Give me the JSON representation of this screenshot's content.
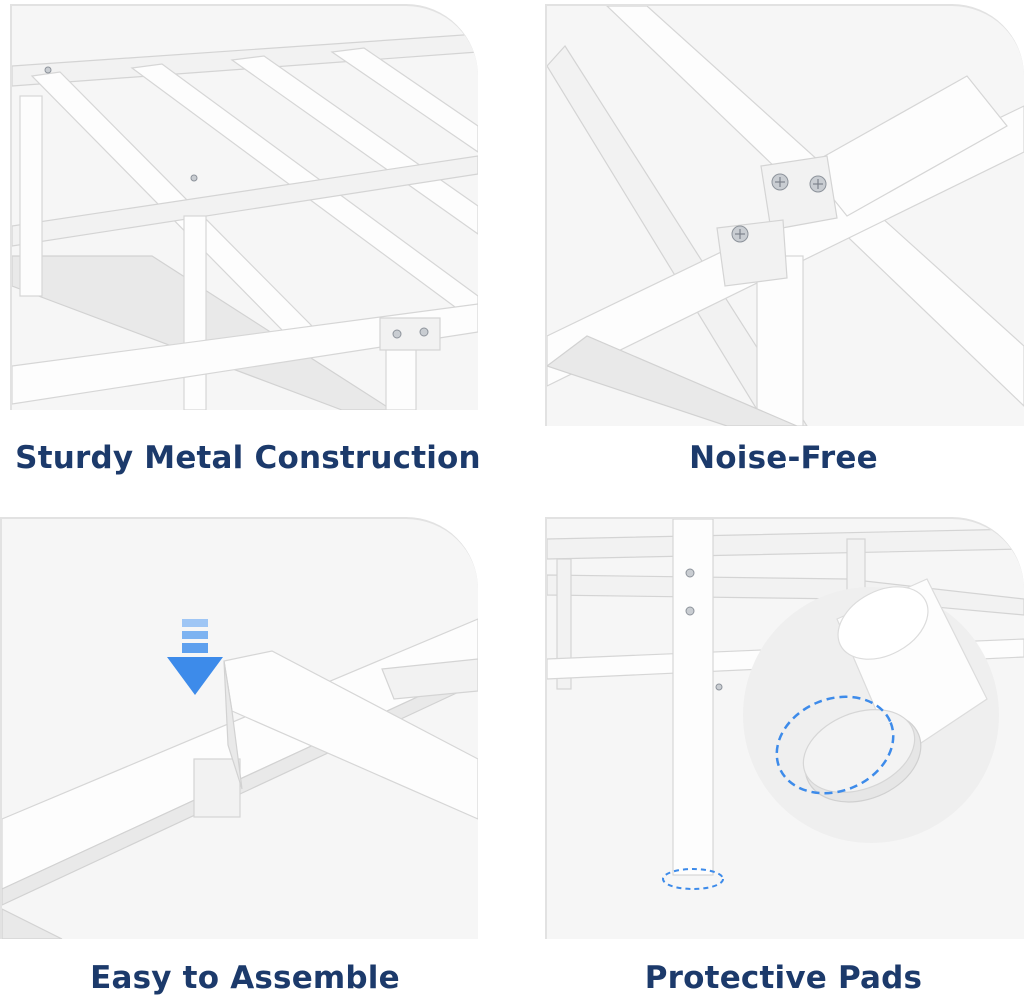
{
  "features": [
    {
      "id": "sturdy",
      "caption": "Sturdy Metal Construction"
    },
    {
      "id": "noise",
      "caption": "Noise-Free"
    },
    {
      "id": "assemble",
      "caption": "Easy to Assemble"
    },
    {
      "id": "pads",
      "caption": "Protective Pads"
    }
  ],
  "colors": {
    "caption_text": "#1c3a6b",
    "arrow_blue": "#3d8bea",
    "dashed_outline": "#3d8bea",
    "frame_white": "#fdfdfd",
    "panel_border": "#e2e2e2"
  }
}
